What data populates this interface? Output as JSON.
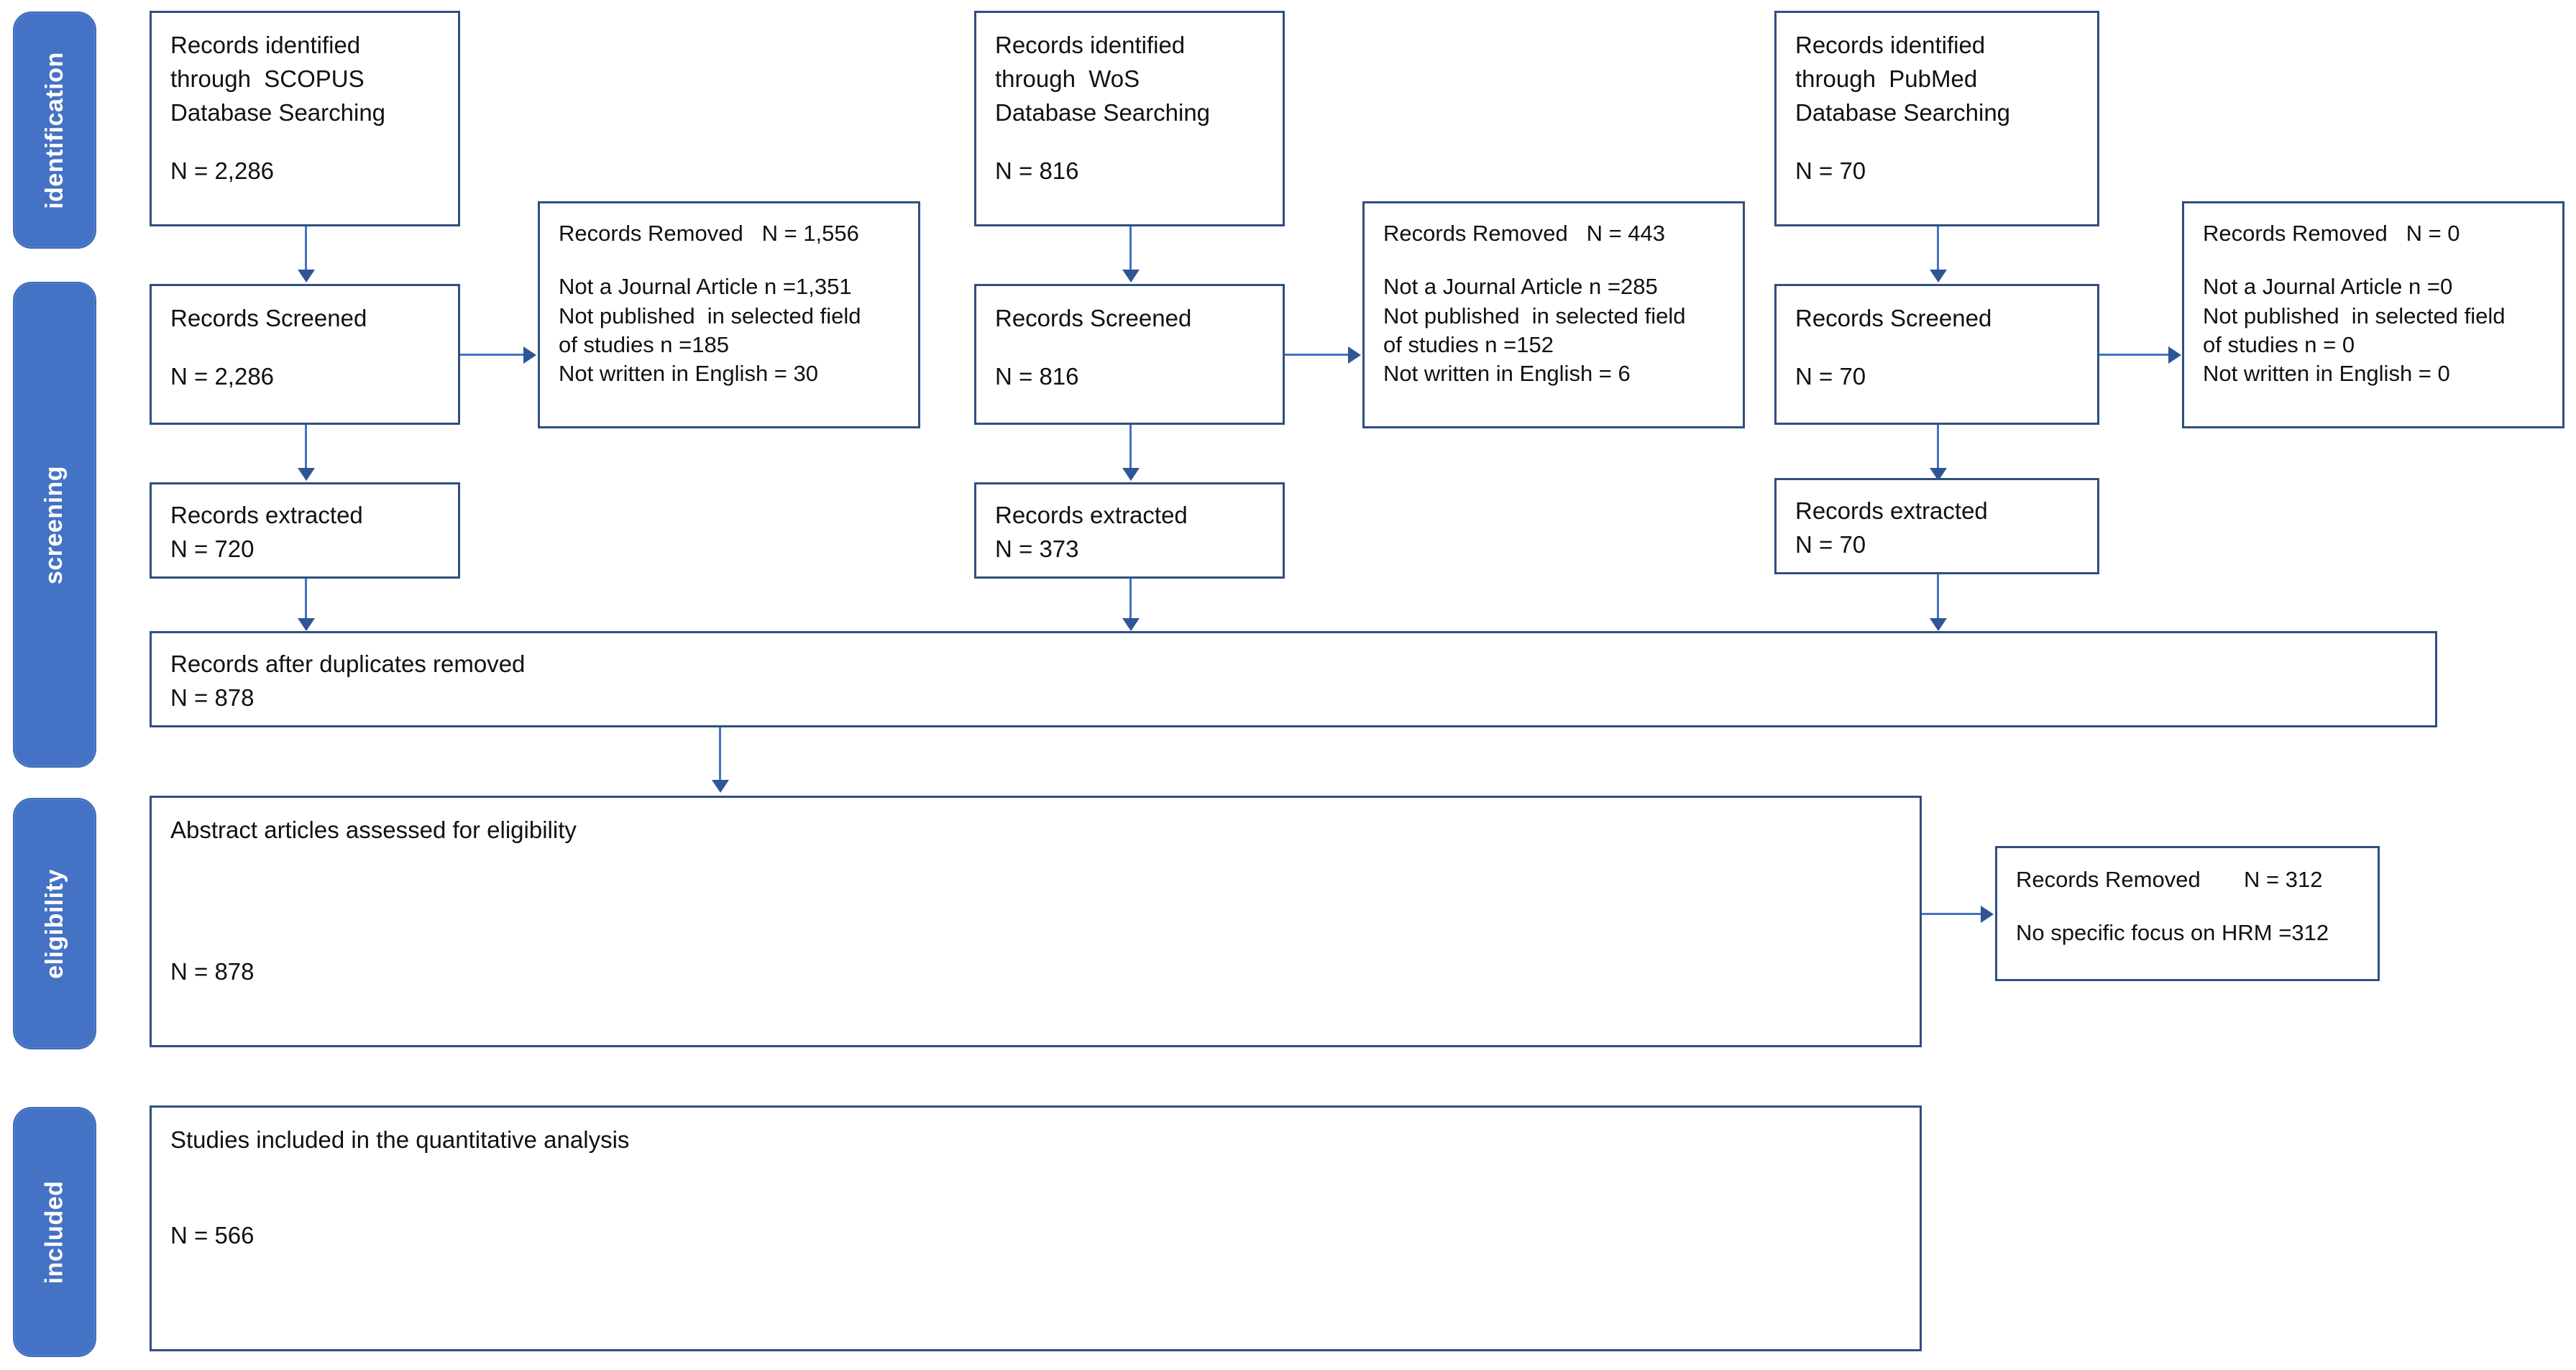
{
  "diagram": {
    "type": "PRISMA flow diagram",
    "stages": [
      {
        "id": "identification",
        "label": "identification"
      },
      {
        "id": "screening",
        "label": "screening"
      },
      {
        "id": "eligibility",
        "label": "eligibility"
      },
      {
        "id": "included",
        "label": "included"
      }
    ],
    "colors": {
      "stage_tab_fill": "#4472c4",
      "stage_tab_border": "#3f6cb8",
      "box_border": "#2f4f7f",
      "arrow": "#4472c4",
      "arrow_head": "#2f5597",
      "text": "#111111",
      "background": "#ffffff"
    },
    "sources": [
      {
        "key": "scopus",
        "identified": {
          "title_l1": "Records identified",
          "title_l2": "through  SCOPUS",
          "title_l3": "Database Searching",
          "n": "N = 2,286"
        },
        "screened": {
          "title": "Records Screened",
          "n": "N = 2,286"
        },
        "removed": {
          "header_label": "Records Removed",
          "header_n": "N = 1,556",
          "reason_1": "Not a Journal Article n =1,351",
          "reason_2a": "Not published  in selected field",
          "reason_2b": "of studies n =185",
          "reason_3": "Not written in English = 30"
        },
        "extracted": {
          "title": "Records extracted",
          "n": "N = 720"
        }
      },
      {
        "key": "wos",
        "identified": {
          "title_l1": "Records identified",
          "title_l2": "through  WoS",
          "title_l3": "Database Searching",
          "n": "N = 816"
        },
        "screened": {
          "title": "Records Screened",
          "n": "N = 816"
        },
        "removed": {
          "header_label": "Records Removed",
          "header_n": "N = 443",
          "reason_1": "Not a Journal Article n =285",
          "reason_2a": "Not published  in selected field",
          "reason_2b": "of studies n =152",
          "reason_3": "Not written in English = 6"
        },
        "extracted": {
          "title": "Records extracted",
          "n": "N = 373"
        }
      },
      {
        "key": "pubmed",
        "identified": {
          "title_l1": "Records identified",
          "title_l2": "through  PubMed",
          "title_l3": "Database Searching",
          "n": "N = 70"
        },
        "screened": {
          "title": "Records Screened",
          "n": "N = 70"
        },
        "removed": {
          "header_label": "Records Removed",
          "header_n": "N = 0",
          "reason_1": "Not a Journal Article n =0",
          "reason_2a": "Not published  in selected field",
          "reason_2b": "of studies n = 0",
          "reason_3": "Not written in English = 0"
        },
        "extracted": {
          "title": "Records extracted",
          "n": "N = 70"
        }
      }
    ],
    "duplicates": {
      "title": "Records after duplicates removed",
      "n": "N = 878"
    },
    "eligibility": {
      "title": "Abstract articles assessed for eligibility",
      "n": "N = 878"
    },
    "eligibility_removed": {
      "header_label": "Records Removed",
      "header_n": "N = 312",
      "reason_1": "No specific focus on HRM =312"
    },
    "included": {
      "title": "Studies included in the quantitative analysis",
      "n": "N = 566"
    }
  }
}
